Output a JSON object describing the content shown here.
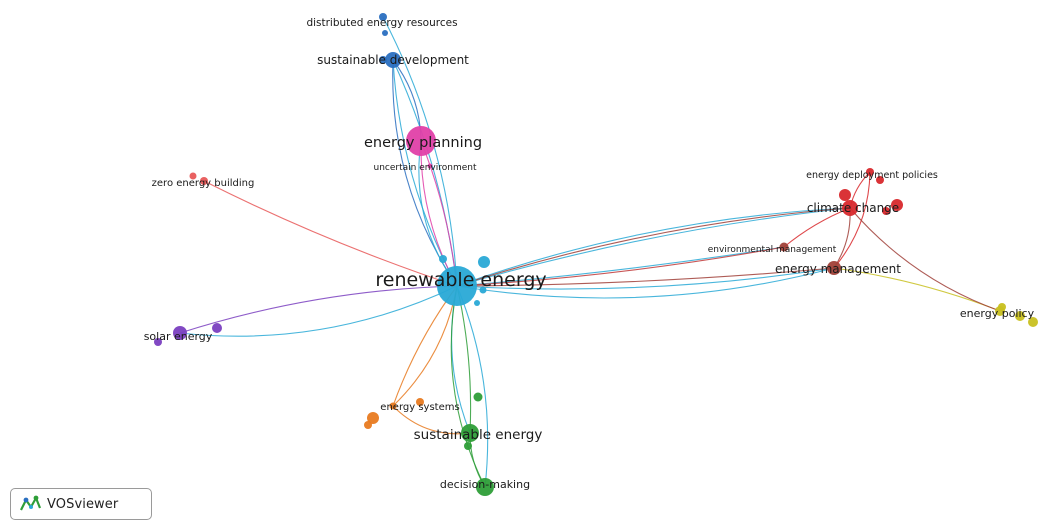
{
  "colors": {
    "cyan": "#29a9d6",
    "blue": "#2a6fc0",
    "pink": "#e040a8",
    "red": "#d8282c",
    "brick": "#c03838",
    "darkred": "#a04038",
    "yellow": "#c8c020",
    "purple": "#7a3fc0",
    "orange": "#e87a20",
    "green": "#2e9e38",
    "salmon": "#e85858"
  },
  "nodes": [
    {
      "id": "distributed-energy-resources",
      "label": "distributed energy resources",
      "color": "blue"
    },
    {
      "id": "sustainable-development",
      "label": "sustainable development",
      "color": "blue"
    },
    {
      "id": "energy-planning",
      "label": "energy planning",
      "color": "pink"
    },
    {
      "id": "uncertain-environment",
      "label": "uncertain environment",
      "color": "pink"
    },
    {
      "id": "zero-energy-building",
      "label": "zero energy building",
      "color": "salmon"
    },
    {
      "id": "renewable-energy",
      "label": "renewable energy",
      "color": "cyan"
    },
    {
      "id": "energy-deployment-policies",
      "label": "energy deployment policies",
      "color": "red"
    },
    {
      "id": "climate-change",
      "label": "climate change",
      "color": "red"
    },
    {
      "id": "environmental-management",
      "label": "environmental management",
      "color": "darkred"
    },
    {
      "id": "energy-management",
      "label": "energy management",
      "color": "darkred"
    },
    {
      "id": "energy-policy",
      "label": "energy policy",
      "color": "yellow"
    },
    {
      "id": "solar-energy",
      "label": "solar energy",
      "color": "purple"
    },
    {
      "id": "energy-systems",
      "label": "energy systems",
      "color": "orange"
    },
    {
      "id": "sustainable-energy",
      "label": "sustainable energy",
      "color": "green"
    },
    {
      "id": "decision-making",
      "label": "decision-making",
      "color": "green"
    }
  ],
  "logo": {
    "text": "VOSviewer"
  }
}
